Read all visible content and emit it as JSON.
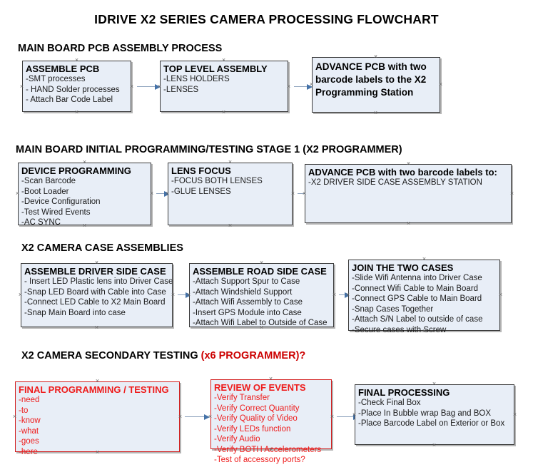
{
  "title": "IDRIVE X2  SERIES CAMERA PROCESSING FLOWCHART",
  "colors": {
    "node_fill": "#e8eef7",
    "node_border": "#3a3a3a",
    "red_accent": "#ee1c1c",
    "connector": "#4472a8"
  },
  "sections": [
    {
      "heading": "MAIN BOARD PCB ASSEMBLY PROCESS",
      "heading_accent": "",
      "nodes": [
        {
          "title": "ASSEMBLE PCB",
          "items": [
            "-SMT processes",
            "- HAND Solder processes",
            "- Attach Bar Code Label"
          ]
        },
        {
          "title": "TOP LEVEL ASSEMBLY",
          "items": [
            "-LENS HOLDERS",
            "-LENSES"
          ]
        },
        {
          "title": "ADVANCE PCB with two barcode labels to the  X2 Programming Station",
          "items": []
        }
      ]
    },
    {
      "heading": "MAIN BOARD INITIAL PROGRAMMING/TESTING STAGE 1 (X2 PROGRAMMER)",
      "heading_accent": "",
      "nodes": [
        {
          "title": "DEVICE PROGRAMMING",
          "items": [
            "-Scan Barcode",
            "-Boot Loader",
            "-Device Configuration",
            "-Test Wired Events",
            "-AC SYNC"
          ]
        },
        {
          "title": "LENS FOCUS",
          "items": [
            "-FOCUS BOTH LENSES",
            "-GLUE LENSES"
          ]
        },
        {
          "title": "ADVANCE PCB with two barcode labels to:",
          "items": [
            "-X2 DRIVER  SIDE  CASE  ASSEMBLY STATION"
          ]
        }
      ]
    },
    {
      "heading": "X2 CAMERA CASE ASSEMBLIES",
      "heading_accent": "",
      "nodes": [
        {
          "title": "ASSEMBLE DRIVER SIDE CASE",
          "items": [
            "- Insert LED Plastic lens into Driver Case",
            "-Snap LED Board with Cable into Case",
            "-Connect LED Cable to X2 Main Board",
            "-Snap Main Board into case"
          ]
        },
        {
          "title": "ASSEMBLE ROAD SIDE CASE",
          "items": [
            "-Attach Support Spur to Case",
            "-Attach Windshield Support",
            "-Attach Wifi Assembly to Case",
            "-Insert GPS Module into Case",
            "-Attach Wifi Label to Outside of Case"
          ]
        },
        {
          "title": "JOIN THE TWO CASES",
          "items": [
            "-Slide Wifi Antenna into Driver Case",
            "-Connect Wifi Cable to Main Board",
            "-Connect GPS Cable to Main Board",
            "-Snap Cases Together",
            "-Attach S/N Label to outside of case",
            "-Secure cases with Screw"
          ]
        }
      ]
    },
    {
      "heading": "X2 CAMERA SECONDARY TESTING ",
      "heading_accent": "(x6 PROGRAMMER)?",
      "nodes": [
        {
          "title": "FINAL PROGRAMMING / TESTING",
          "items": [
            "-need",
            "-to",
            "-know",
            "-what",
            "-goes",
            "-here"
          ]
        },
        {
          "title": "REVIEW OF EVENTS",
          "items": [
            "-Verify Transfer",
            "-Verify Correct Quantity",
            "-Verify Quality of Video",
            "-Verify LEDs function",
            "-Verify Audio",
            "-Verify BOTH Accelerometers",
            "-Test of accessory ports?"
          ]
        },
        {
          "title": "FINAL PROCESSING",
          "items": [
            " -Check Final Box",
            "-Place In Bubble wrap Bag and BOX",
            "-Place Barcode Label on Exterior or Box"
          ]
        }
      ]
    }
  ]
}
